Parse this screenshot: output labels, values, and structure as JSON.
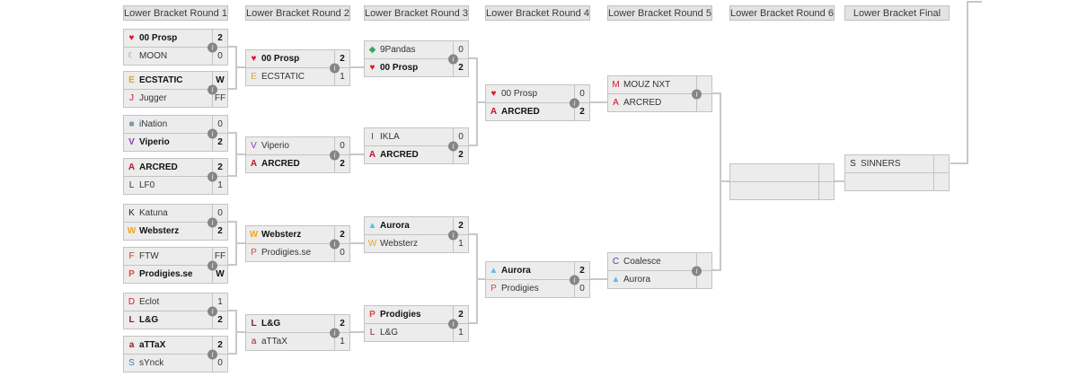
{
  "headers": [
    "Lower Bracket Round 1",
    "Lower Bracket Round 2",
    "Lower Bracket Round 3",
    "Lower Bracket Round 4",
    "Lower Bracket Round 5",
    "Lower Bracket Round 6",
    "Lower Bracket Final"
  ],
  "icons": {
    "info": "i"
  },
  "colors": {
    "box_bg": "#ececec",
    "box_border": "#c3c3c3",
    "connector": "#c8c8c8"
  },
  "matches": {
    "r1m1": {
      "t1": {
        "name": "00 Prosp",
        "score": "2",
        "winner": true,
        "logo": {
          "g": "♥",
          "c": "#e8112d"
        }
      },
      "t2": {
        "name": "MOON",
        "score": "0",
        "winner": false,
        "logo": {
          "g": "☾",
          "c": "#9aa0a6"
        }
      }
    },
    "r1m2": {
      "t1": {
        "name": "ECSTATIC",
        "score": "W",
        "winner": true,
        "logo": {
          "g": "E",
          "c": "#d4a72c"
        }
      },
      "t2": {
        "name": "Jugger",
        "score": "FF",
        "winner": false,
        "logo": {
          "g": "J",
          "c": "#d7182a"
        }
      }
    },
    "r1m3": {
      "t1": {
        "name": "iNation",
        "score": "0",
        "winner": false,
        "logo": {
          "g": "■",
          "c": "#7f98a8"
        }
      },
      "t2": {
        "name": "Viperio",
        "score": "2",
        "winner": true,
        "logo": {
          "g": "V",
          "c": "#8d3ab5"
        }
      }
    },
    "r1m4": {
      "t1": {
        "name": "ARCRED",
        "score": "2",
        "winner": true,
        "logo": {
          "g": "A",
          "c": "#c8102e"
        }
      },
      "t2": {
        "name": "LF0",
        "score": "1",
        "winner": false,
        "logo": {
          "g": "L",
          "c": "#333333"
        }
      }
    },
    "r1m5": {
      "t1": {
        "name": "Katuna",
        "score": "0",
        "winner": false,
        "logo": {
          "g": "K",
          "c": "#1a1a1a"
        }
      },
      "t2": {
        "name": "Websterz",
        "score": "2",
        "winner": true,
        "logo": {
          "g": "W",
          "c": "#f2a71b"
        }
      }
    },
    "r1m6": {
      "t1": {
        "name": "FTW",
        "score": "FF",
        "winner": false,
        "logo": {
          "g": "F",
          "c": "#c0392b"
        }
      },
      "t2": {
        "name": "Prodigies.se",
        "score": "W",
        "winner": true,
        "logo": {
          "g": "P",
          "c": "#e04646"
        }
      }
    },
    "r1m7": {
      "t1": {
        "name": "Eclot",
        "score": "1",
        "winner": false,
        "logo": {
          "g": "D",
          "c": "#e8112d"
        }
      },
      "t2": {
        "name": "L&G",
        "score": "2",
        "winner": true,
        "logo": {
          "g": "L",
          "c": "#8b1e1e"
        }
      }
    },
    "r1m8": {
      "t1": {
        "name": "aTTaX",
        "score": "2",
        "winner": true,
        "logo": {
          "g": "a",
          "c": "#9c1c1c"
        }
      },
      "t2": {
        "name": "sYnck",
        "score": "0",
        "winner": false,
        "logo": {
          "g": "S",
          "c": "#2e7fd1"
        }
      }
    },
    "r2m1": {
      "t1": {
        "name": "00 Prosp",
        "score": "2",
        "winner": true,
        "logo": {
          "g": "♥",
          "c": "#e8112d"
        }
      },
      "t2": {
        "name": "ECSTATIC",
        "score": "1",
        "winner": false,
        "logo": {
          "g": "E",
          "c": "#d4a72c"
        }
      }
    },
    "r2m2": {
      "t1": {
        "name": "Viperio",
        "score": "0",
        "winner": false,
        "logo": {
          "g": "V",
          "c": "#8d3ab5"
        }
      },
      "t2": {
        "name": "ARCRED",
        "score": "2",
        "winner": true,
        "logo": {
          "g": "A",
          "c": "#c8102e"
        }
      }
    },
    "r2m3": {
      "t1": {
        "name": "Websterz",
        "score": "2",
        "winner": true,
        "logo": {
          "g": "W",
          "c": "#f2a71b"
        }
      },
      "t2": {
        "name": "Prodigies.se",
        "score": "0",
        "winner": false,
        "logo": {
          "g": "P",
          "c": "#e04646"
        }
      }
    },
    "r2m4": {
      "t1": {
        "name": "L&G",
        "score": "2",
        "winner": true,
        "logo": {
          "g": "L",
          "c": "#8b1e1e"
        }
      },
      "t2": {
        "name": "aTTaX",
        "score": "1",
        "winner": false,
        "logo": {
          "g": "a",
          "c": "#9c1c1c"
        }
      }
    },
    "r3m1": {
      "t1": {
        "name": "9Pandas",
        "score": "0",
        "winner": false,
        "logo": {
          "g": "◆",
          "c": "#2faa5f"
        }
      },
      "t2": {
        "name": "00 Prosp",
        "score": "2",
        "winner": true,
        "logo": {
          "g": "♥",
          "c": "#e8112d"
        }
      }
    },
    "r3m2": {
      "t1": {
        "name": "IKLA",
        "score": "0",
        "winner": false,
        "logo": {
          "g": "I",
          "c": "#444444"
        }
      },
      "t2": {
        "name": "ARCRED",
        "score": "2",
        "winner": true,
        "logo": {
          "g": "A",
          "c": "#c8102e"
        }
      }
    },
    "r3m3": {
      "t1": {
        "name": "Aurora",
        "score": "2",
        "winner": true,
        "logo": {
          "g": "▲",
          "c": "#59c2e8"
        }
      },
      "t2": {
        "name": "Websterz",
        "score": "1",
        "winner": false,
        "logo": {
          "g": "W",
          "c": "#f2a71b"
        }
      }
    },
    "r3m4": {
      "t1": {
        "name": "Prodigies",
        "score": "2",
        "winner": true,
        "logo": {
          "g": "P",
          "c": "#e04646"
        }
      },
      "t2": {
        "name": "L&G",
        "score": "1",
        "winner": false,
        "logo": {
          "g": "L",
          "c": "#8b1e1e"
        }
      }
    },
    "r4m1": {
      "t1": {
        "name": "00 Prosp",
        "score": "0",
        "winner": false,
        "logo": {
          "g": "♥",
          "c": "#e8112d"
        }
      },
      "t2": {
        "name": "ARCRED",
        "score": "2",
        "winner": true,
        "logo": {
          "g": "A",
          "c": "#c8102e"
        }
      }
    },
    "r4m2": {
      "t1": {
        "name": "Aurora",
        "score": "2",
        "winner": true,
        "logo": {
          "g": "▲",
          "c": "#59c2e8"
        }
      },
      "t2": {
        "name": "Prodigies",
        "score": "0",
        "winner": false,
        "logo": {
          "g": "P",
          "c": "#e04646"
        }
      }
    },
    "r5m1": {
      "t1": {
        "name": "MOUZ NXT",
        "score": "",
        "winner": false,
        "logo": {
          "g": "M",
          "c": "#d7182a"
        }
      },
      "t2": {
        "name": "ARCRED",
        "score": "",
        "winner": false,
        "logo": {
          "g": "A",
          "c": "#c8102e"
        }
      }
    },
    "r5m2": {
      "t1": {
        "name": "Coalesce",
        "score": "",
        "winner": false,
        "logo": {
          "g": "C",
          "c": "#6b2fb3"
        }
      },
      "t2": {
        "name": "Aurora",
        "score": "",
        "winner": false,
        "logo": {
          "g": "▲",
          "c": "#59c2e8"
        }
      }
    },
    "r6m1": {
      "t1": {
        "name": "",
        "score": "",
        "winner": false,
        "logo": {
          "g": "",
          "c": ""
        }
      },
      "t2": {
        "name": "",
        "score": "",
        "winner": false,
        "logo": {
          "g": "",
          "c": ""
        }
      }
    },
    "final": {
      "t1": {
        "name": "SINNERS",
        "score": "",
        "winner": false,
        "logo": {
          "g": "S",
          "c": "#2b2b2b"
        }
      },
      "t2": {
        "name": "",
        "score": "",
        "winner": false,
        "logo": {
          "g": "",
          "c": ""
        }
      }
    }
  }
}
